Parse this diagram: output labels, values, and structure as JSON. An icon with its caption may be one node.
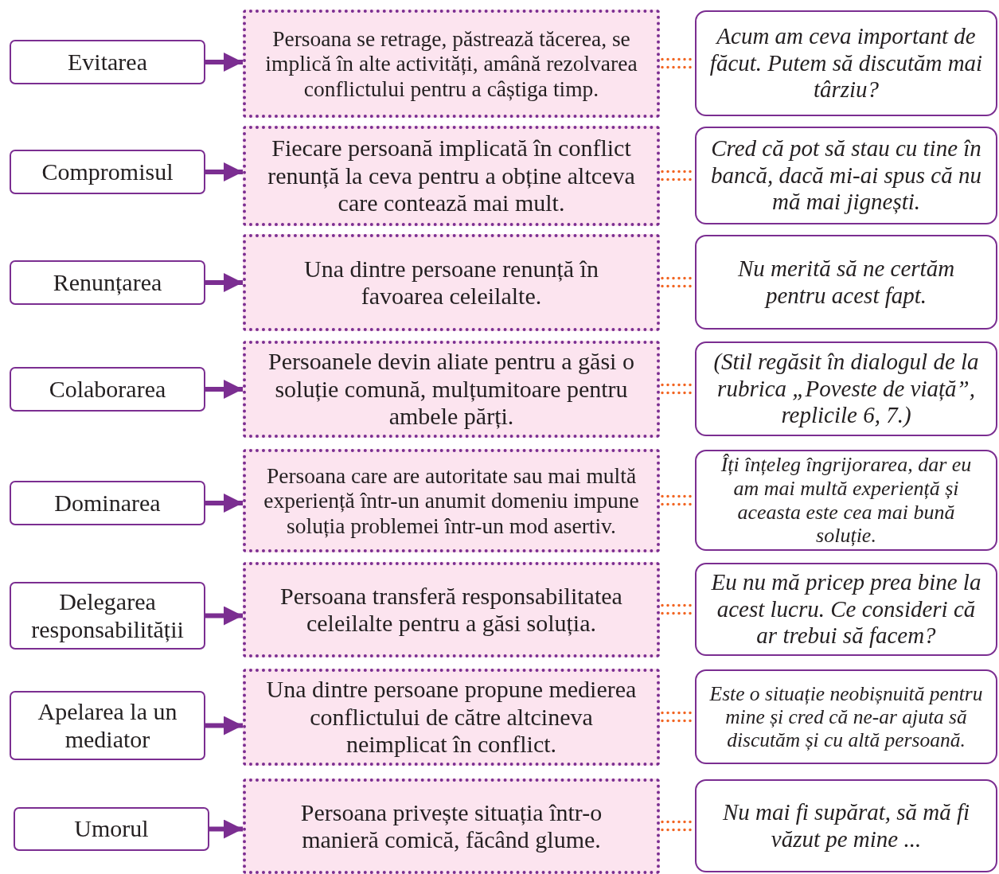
{
  "diagram": {
    "nodes": [
      {
        "text": [
          "Evitarea"
        ]
      },
      {
        "text": [
          "Persoana se retrage, păstrează tăcerea, se implică în alte activități, amână rezolvarea conflictului pentru a câștiga timp."
        ]
      },
      {
        "text": [
          "Acum am ceva important de făcut. Putem să discutăm mai târziu?"
        ]
      },
      {
        "text": [
          "Compromisul"
        ]
      },
      {
        "text": [
          "Fiecare persoană implicată în conflict renunță la ceva pentru a obține altceva care contează mai mult."
        ]
      },
      {
        "text": [
          "Cred că pot să stau cu tine în bancă, dacă mi-ai spus că nu mă mai jignești."
        ]
      },
      {
        "text": [
          "Renunțarea"
        ]
      },
      {
        "text": [
          "Una dintre persoane renunță în favoarea celeilalte."
        ]
      },
      {
        "text": [
          "Nu merită să ne certăm pentru acest fapt."
        ]
      },
      {
        "text": [
          "Colaborarea"
        ]
      },
      {
        "text": [
          "Persoanele devin aliate pentru a găsi o soluție comună, mulțumitoare pentru ambele părți."
        ]
      },
      {
        "text": [
          "(Stil regăsit în dialogul de la rubrica „Poveste de viață”, replicile 6, 7.)"
        ]
      },
      {
        "text": [
          "Dominarea"
        ]
      },
      {
        "text": [
          "Persoana care are autoritate sau mai multă experiență într-un anumit domeniu impune soluția problemei într-un mod asertiv."
        ]
      },
      {
        "text": [
          "Îți înțeleg îngrijorarea, dar eu am mai multă experiență și aceasta este cea mai bună soluție."
        ]
      },
      {
        "text": [
          "Delegarea responsabilității"
        ]
      },
      {
        "text": [
          "Persoana transferă responsabilitatea celeilalte pentru a găsi soluția."
        ]
      },
      {
        "text": [
          "Eu nu mă pricep prea bine la acest lucru. Ce consideri că ar trebui să facem?"
        ]
      },
      {
        "text": [
          "Apelarea la un mediator"
        ]
      },
      {
        "text": [
          "Una dintre persoane propune medierea conflictului de către altcineva neimplicat în conflict."
        ]
      },
      {
        "text": [
          "Este o situație neobișnuită pentru mine și cred că ne-ar ajuta să discutăm și cu altă persoană."
        ]
      },
      {
        "text": [
          "Umorul"
        ]
      },
      {
        "text": [
          "Persoana privește situația într-o manieră comică, făcând glume."
        ]
      },
      {
        "text": [
          "Nu mai fi supărat, să mă fi văzut pe mine ..."
        ]
      }
    ],
    "edges": [
      {
        "from": 0,
        "to": 1,
        "arrow": "to"
      },
      {
        "from": 1,
        "to": 2,
        "arrow": "none",
        "style": "dashed",
        "color": "#f26522"
      },
      {
        "from": 3,
        "to": 4,
        "arrow": "to"
      },
      {
        "from": 4,
        "to": 5,
        "arrow": "none",
        "style": "dashed",
        "color": "#f26522"
      },
      {
        "from": 6,
        "to": 7,
        "arrow": "to"
      },
      {
        "from": 7,
        "to": 8,
        "arrow": "none",
        "style": "dashed",
        "color": "#f26522"
      },
      {
        "from": 9,
        "to": 10,
        "arrow": "to"
      },
      {
        "from": 10,
        "to": 11,
        "arrow": "none",
        "style": "dashed",
        "color": "#f26522"
      },
      {
        "from": 12,
        "to": 13,
        "arrow": "to"
      },
      {
        "from": 13,
        "to": 14,
        "arrow": "none",
        "style": "dashed",
        "color": "#f26522"
      },
      {
        "from": 15,
        "to": 16,
        "arrow": "to"
      },
      {
        "from": 16,
        "to": 17,
        "arrow": "none",
        "style": "dashed",
        "color": "#f26522"
      },
      {
        "from": 18,
        "to": 19,
        "arrow": "to"
      },
      {
        "from": 19,
        "to": 20,
        "arrow": "none",
        "style": "dashed",
        "color": "#f26522"
      },
      {
        "from": 21,
        "to": 22,
        "arrow": "to"
      },
      {
        "from": 22,
        "to": 23,
        "arrow": "none",
        "style": "dashed",
        "color": "#f26522"
      }
    ]
  }
}
